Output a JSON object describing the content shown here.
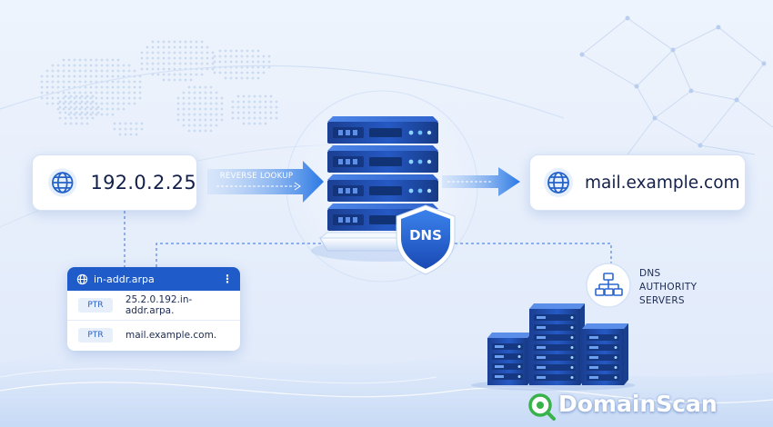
{
  "ip_address": "192.0.2.25",
  "arrow_label": "REVERSE LOOKUP",
  "hostname": "mail.example.com",
  "shield_label": "DNS",
  "reverse_zone": {
    "title": "in-addr.arpa",
    "menu_icon": "more-vertical-icon",
    "records": [
      {
        "type": "PTR",
        "value": "25.2.0.192.in-addr.arpa."
      },
      {
        "type": "PTR",
        "value": "mail.example.com."
      }
    ]
  },
  "authority": {
    "lines": [
      "DNS",
      "AUTHORITY",
      "SERVERS"
    ],
    "icon": "hierarchy-icon"
  },
  "brand": {
    "name": "DomainScan",
    "icon": "magnifier-icon"
  },
  "colors": {
    "primary": "#1f5cc9",
    "accent": "#2e7be6",
    "dark_navy": "#13204a",
    "brand_green": "#38b24a",
    "background": "#eaf1fc"
  }
}
